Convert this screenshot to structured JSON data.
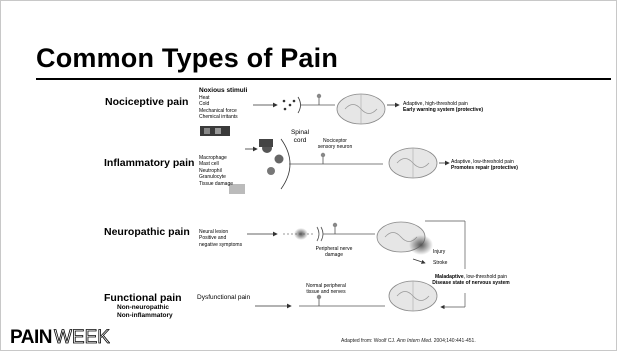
{
  "slide": {
    "title": "Common Types of Pain",
    "citation_prefix": "Adapted from: Woolf CJ. ",
    "citation_journal": "Ann Intern Med",
    "citation_suffix": ". 2004;140:441-451."
  },
  "logo": {
    "text": "PAINWEEK.",
    "accent_color": "#000000"
  },
  "nociceptive": {
    "label": "Nociceptive pain",
    "stimuli_title": "Noxious stimuli",
    "stimuli": [
      "Heat",
      "Cold",
      "Mechanical force",
      "Chemical irritants"
    ],
    "outcome_line1": "Adaptive, high-threshold pain",
    "outcome_line2": "Early warning system (protective)"
  },
  "inflammatory": {
    "label": "Inflammatory pain",
    "cells": [
      "Macrophage",
      "Mast cell",
      "Neutrophil",
      "Granulocyte",
      "Tissue damage"
    ],
    "spinal_cord_line1": "Spinal",
    "spinal_cord_line2": "cord",
    "nociceptor_line1": "Nociceptor",
    "nociceptor_line2": "sensory neuron",
    "outcome_line1": "Adaptive, low-threshold pain",
    "outcome_line2": "Promotes repair (protective)"
  },
  "neuropathic": {
    "label": "Neuropathic pain",
    "causes": [
      "Neural lesion",
      "Positive and",
      "negative symptoms"
    ],
    "nerve_damage_line1": "Peripheral nerve",
    "nerve_damage_line2": "damage",
    "injury": "Injury",
    "stroke": "Stroke",
    "outcome_line1_bold": "Maladaptive",
    "outcome_line1_rest": ", low-threshold pain",
    "outcome_line2": "Disease state of nervous system"
  },
  "functional": {
    "label": "Functional pain",
    "sub1": "Non-neuropathic",
    "sub2": "Non-inflammatory",
    "cause": "Dysfunctional pain",
    "normal_line1": "Normal peripheral",
    "normal_line2": "tissue and nerves"
  }
}
